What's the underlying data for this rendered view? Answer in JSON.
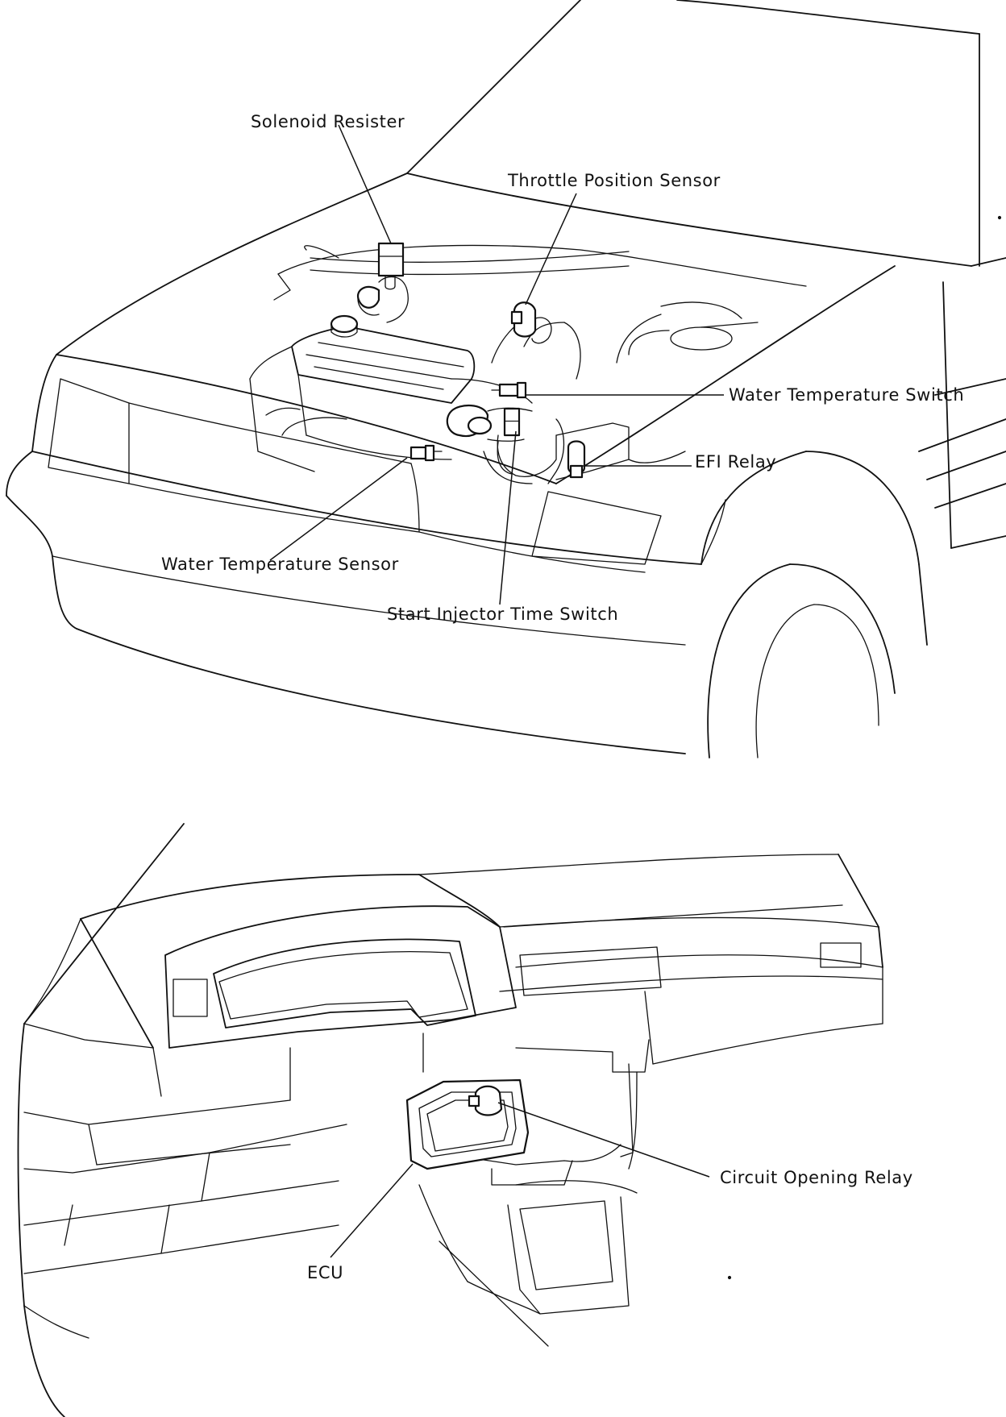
{
  "engine_bay": {
    "labels": {
      "solenoid_resister": "Solenoid Resister",
      "throttle_position_sensor": "Throttle Position Sensor",
      "water_temperature_switch": "Water Temperature Switch",
      "efi_relay": "EFI Relay",
      "water_temperature_sensor": "Water Temperature Sensor",
      "start_injector_time_switch": "Start Injector Time Switch"
    }
  },
  "dashboard": {
    "labels": {
      "circuit_opening_relay": "Circuit Opening Relay",
      "ecu": "ECU"
    }
  },
  "icons": {
    "car_front": "car-front-line-art",
    "dashboard": "dashboard-line-art"
  }
}
